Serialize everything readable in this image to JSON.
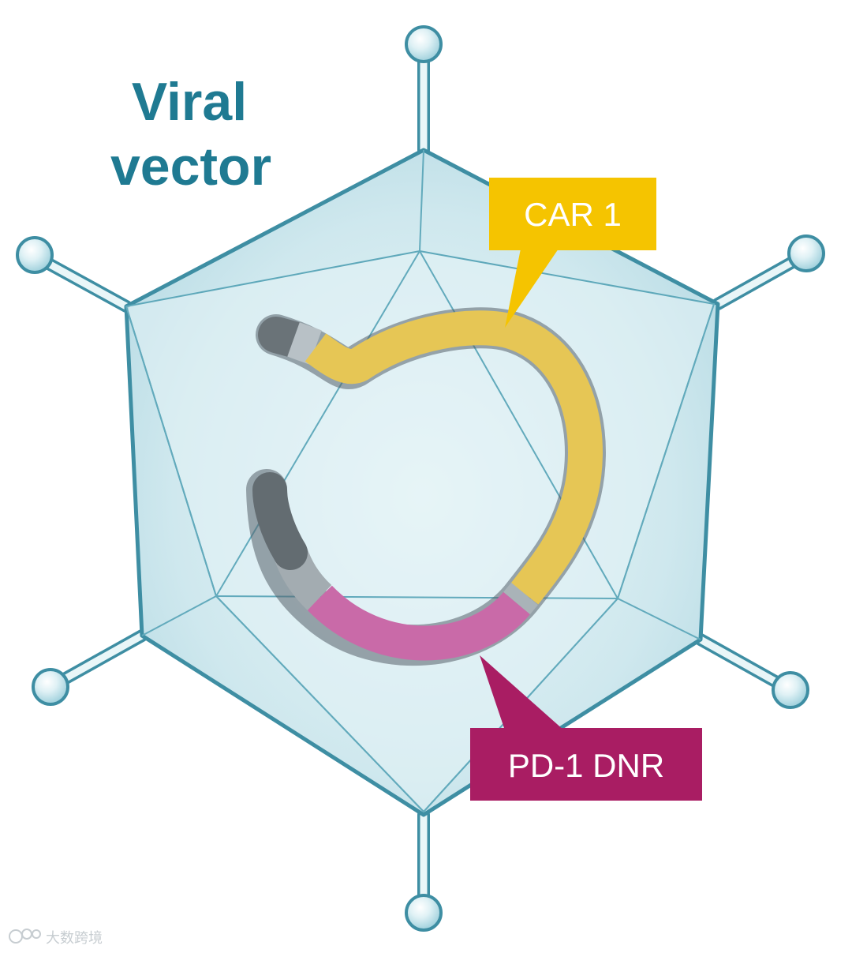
{
  "title": {
    "line1": "Viral",
    "line2": "vector"
  },
  "callouts": {
    "car": {
      "label": "CAR 1",
      "color": "#f5c400"
    },
    "pd1": {
      "label": "PD-1 DNR",
      "color": "#a91d63"
    }
  },
  "watermark": "大数跨境",
  "colors": {
    "capsid_fill": "#cfe9ef",
    "capsid_stroke": "#3e8ea3",
    "title": "#1f7a92",
    "dna_car": "#e7c654",
    "dna_pd1": "#c96aa7",
    "dna_flank_gray": "#a8b2b8",
    "dna_end_dark": "#5f676c"
  },
  "icons": {
    "spike": "ball-and-stick",
    "capsid": "icosahedron",
    "dna": "curved-tube"
  }
}
